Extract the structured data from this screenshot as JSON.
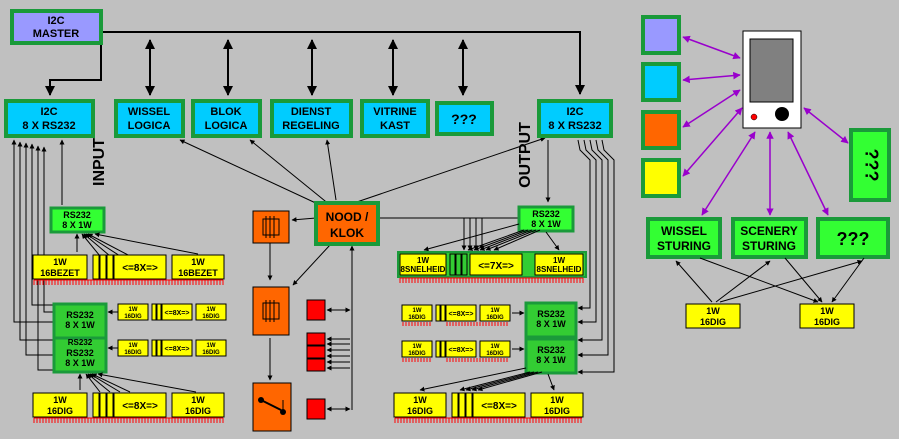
{
  "colors": {
    "background": "#c0c0c0",
    "cyan": "#00ccff",
    "green_border": "#1a9a3a",
    "bright_green": "#33ff33",
    "mid_green": "#33cc33",
    "yellow": "#ffff00",
    "orange": "#ff6600",
    "red": "#ff0000",
    "lavender": "#9999ff",
    "violet": "#9900cc",
    "master_fill": "#9999ff"
  },
  "master": {
    "line1": "I2C",
    "line2": "MASTER"
  },
  "top_boxes": {
    "i2c_in": {
      "line1": "I2C",
      "line2": "8 X RS232"
    },
    "wissel": {
      "line1": "WISSEL",
      "line2": "LOGICA"
    },
    "blok": {
      "line1": "BLOK",
      "line2": "LOGICA"
    },
    "dienst": {
      "line1": "DIENST",
      "line2": "REGELING"
    },
    "vitrine": {
      "line1": "VITRINE",
      "line2": "KAST"
    },
    "unknown": {
      "line1": "???"
    },
    "i2c_out": {
      "line1": "I2C",
      "line2": "8 X RS232"
    }
  },
  "side_labels": {
    "input": "INPUT",
    "output": "OUTPUT"
  },
  "nood": {
    "line1": "NOOD /",
    "line2": "KLOK"
  },
  "rs232": {
    "line1": "RS232",
    "line2": "8 X 1W",
    "stacked_partial": "RS232"
  },
  "modules": {
    "bezet_1w": "1W",
    "bezet_label": "16BEZET",
    "mult_8": "<=8X=>",
    "mult_7": "<=7X=>",
    "dig_1w": "1W",
    "dig_label": "16DIG",
    "snel_1w": "1W",
    "snel_label": "8SNELHEID"
  },
  "right_panel": {
    "wissel_sturing": {
      "line1": "WISSEL",
      "line2": "STURING"
    },
    "scenery_sturing": {
      "line1": "SCENERY",
      "line2": "STURING"
    },
    "unknown": "???",
    "unknown_vertical": "???",
    "dig_1w": "1W",
    "dig_label": "16DIG"
  }
}
